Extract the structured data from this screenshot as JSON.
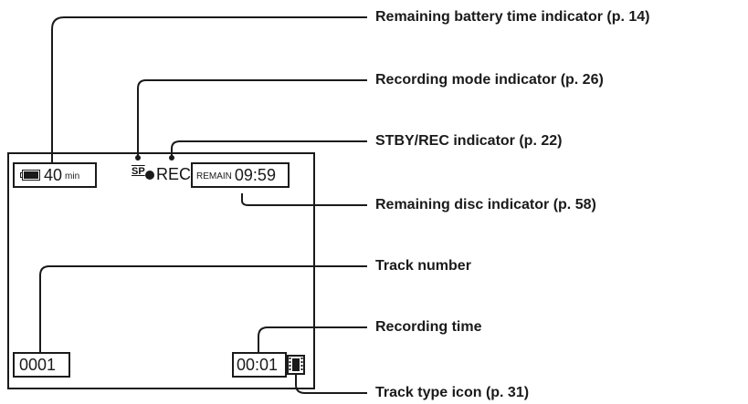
{
  "screen": {
    "battery": {
      "value": "40",
      "unit": "min",
      "icon": "battery-icon"
    },
    "recording_mode": "SP",
    "stby_rec": "REC",
    "stby_rec_icon": "record-dot-icon",
    "remain_label": "REMAIN",
    "remain_time": "09:59",
    "track_number": "0001",
    "recording_time": "00:01",
    "track_type_icon": "film-icon"
  },
  "callouts": [
    {
      "label": "Remaining battery time indicator (p. 14)"
    },
    {
      "label": "Recording mode indicator (p. 26)"
    },
    {
      "label": "STBY/REC indicator (p. 22)"
    },
    {
      "label": "Remaining disc indicator (p. 58)"
    },
    {
      "label": "Track number"
    },
    {
      "label": "Recording time"
    },
    {
      "label": "Track type icon (p. 31)"
    }
  ]
}
